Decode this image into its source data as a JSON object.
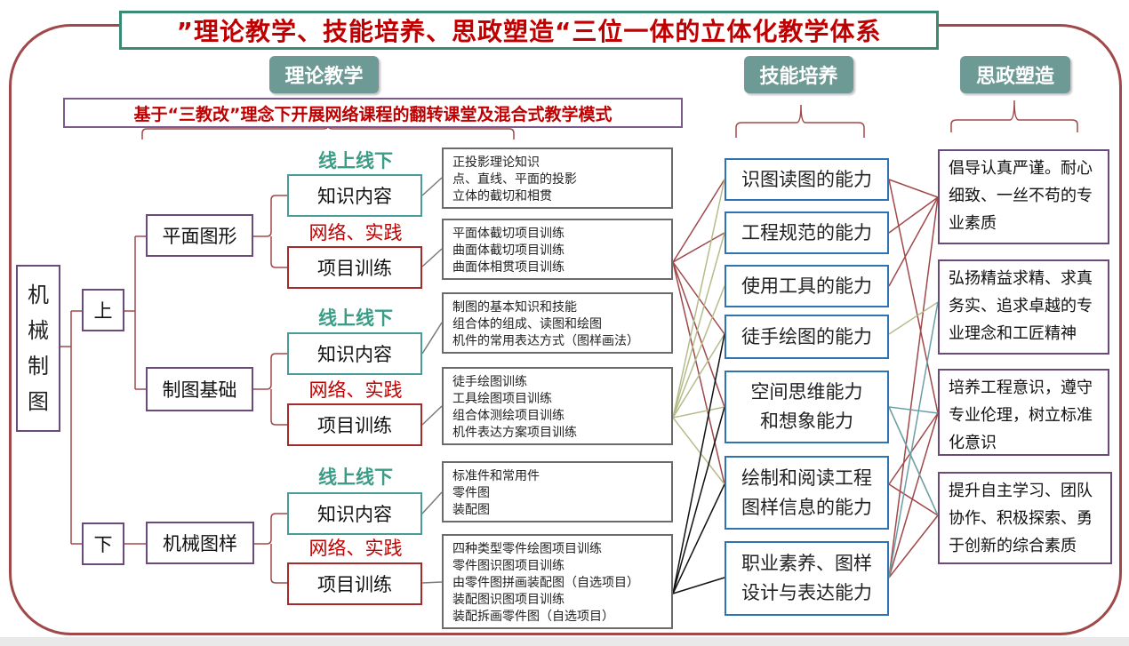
{
  "title": "”理论教学、技能培养、思政塑造“三位一体的立体化教学体系",
  "headers": {
    "theory": "理论教学",
    "skills": "技能培养",
    "ideology": "思政塑造"
  },
  "subtitle": "基于“三教改”理念下开展网络课程的翻转课堂及混合式教学模式",
  "course": "机械制图",
  "parts": {
    "upper": "上",
    "lower": "下"
  },
  "modules": {
    "plane": "平面图形",
    "drawing": "制图基础",
    "machine": "机械图样"
  },
  "labels": {
    "online": "线上线下",
    "network": "网络、实践",
    "knowledge": "知识内容",
    "project": "项目训练"
  },
  "content_lists": {
    "k1": [
      "正投影理论知识",
      "点、直线、平面的投影",
      "立体的截切和相贯"
    ],
    "p1": [
      "平面体截切项目训练",
      "曲面体截切项目训练",
      "曲面体相贯项目训练"
    ],
    "k2": [
      "制图的基本知识和技能",
      "组合体的组成、读图和绘图",
      "机件的常用表达方式（图样画法）"
    ],
    "p2": [
      "徒手绘图训练",
      "工具绘图项目训练",
      "组合体测绘项目训练",
      "机件表达方案项目训练"
    ],
    "k3": [
      "标准件和常用件",
      "零件图",
      "装配图"
    ],
    "p3": [
      "四种类型零件绘图项目训练",
      "零件图识图项目训练",
      "由零件图拼画装配图（自选项目）",
      "装配图识图项目训练",
      "装配拆画零件图（自选项目）"
    ]
  },
  "skills": [
    "识图读图的能力",
    "工程规范的能力",
    "使用工具的能力",
    "徒手绘图的能力",
    "空间思维能力和想象能力",
    "绘制和阅读工程图样信息的能力",
    "职业素养、图样设计与表达能力"
  ],
  "values": [
    "倡导认真严谨。耐心细致、一丝不苟的专业素质",
    "弘扬精益求精、求真务实、追求卓越的专业理念和工匠精神",
    "培养工程意识，遵守专业伦理，树立标准化意识",
    "提升自主学习、团队协作、积极探索、勇于创新的综合素质"
  ],
  "colors": {
    "frame": "#a0484a",
    "title_text": "#c00000",
    "title_border": "#3b8a74",
    "header_fill": "#6e9a96",
    "online_text": "#3b9d87",
    "network_text": "#c00000",
    "skill_border": "#2e74b5",
    "line_red": "#a0484a",
    "line_olive": "#b5bd8a",
    "line_teal": "#6a9fa8",
    "line_black": "#111111"
  }
}
